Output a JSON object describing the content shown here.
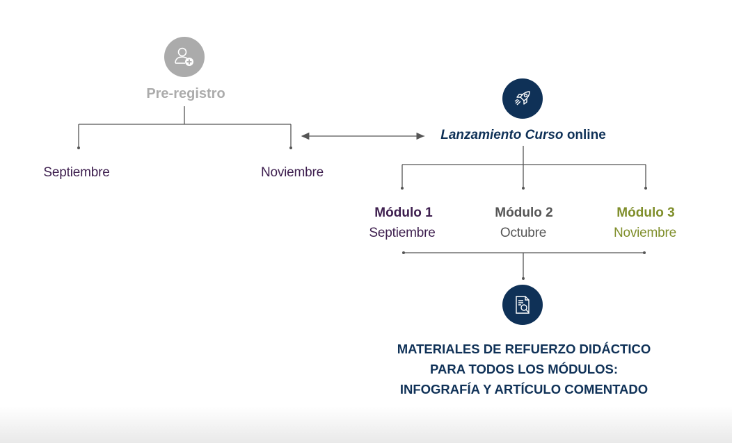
{
  "colors": {
    "gray": "#ababab",
    "navy": "#0f3157",
    "purple": "#3d1e4e",
    "dark_gray": "#555555",
    "olive": "#7f8e2a",
    "line": "#555555"
  },
  "preregistro": {
    "icon": "user-add-icon",
    "title": "Pre-registro",
    "months": [
      "Septiembre",
      "Noviembre"
    ]
  },
  "lanzamiento": {
    "icon": "rocket-icon",
    "title_italic": "Lanzamiento Curso",
    "title_rest": " online"
  },
  "modules": [
    {
      "title": "Módulo 1",
      "month": "Septiembre"
    },
    {
      "title": "Módulo 2",
      "month": "Octubre"
    },
    {
      "title": "Módulo 3",
      "month": "Noviembre"
    }
  ],
  "materiales": {
    "icon": "document-search-icon",
    "lines": [
      "MATERIALES DE REFUERZO DIDÁCTICO",
      "PARA TODOS LOS MÓDULOS:",
      "INFOGRAFÍA Y ARTÍCULO COMENTADO"
    ]
  }
}
